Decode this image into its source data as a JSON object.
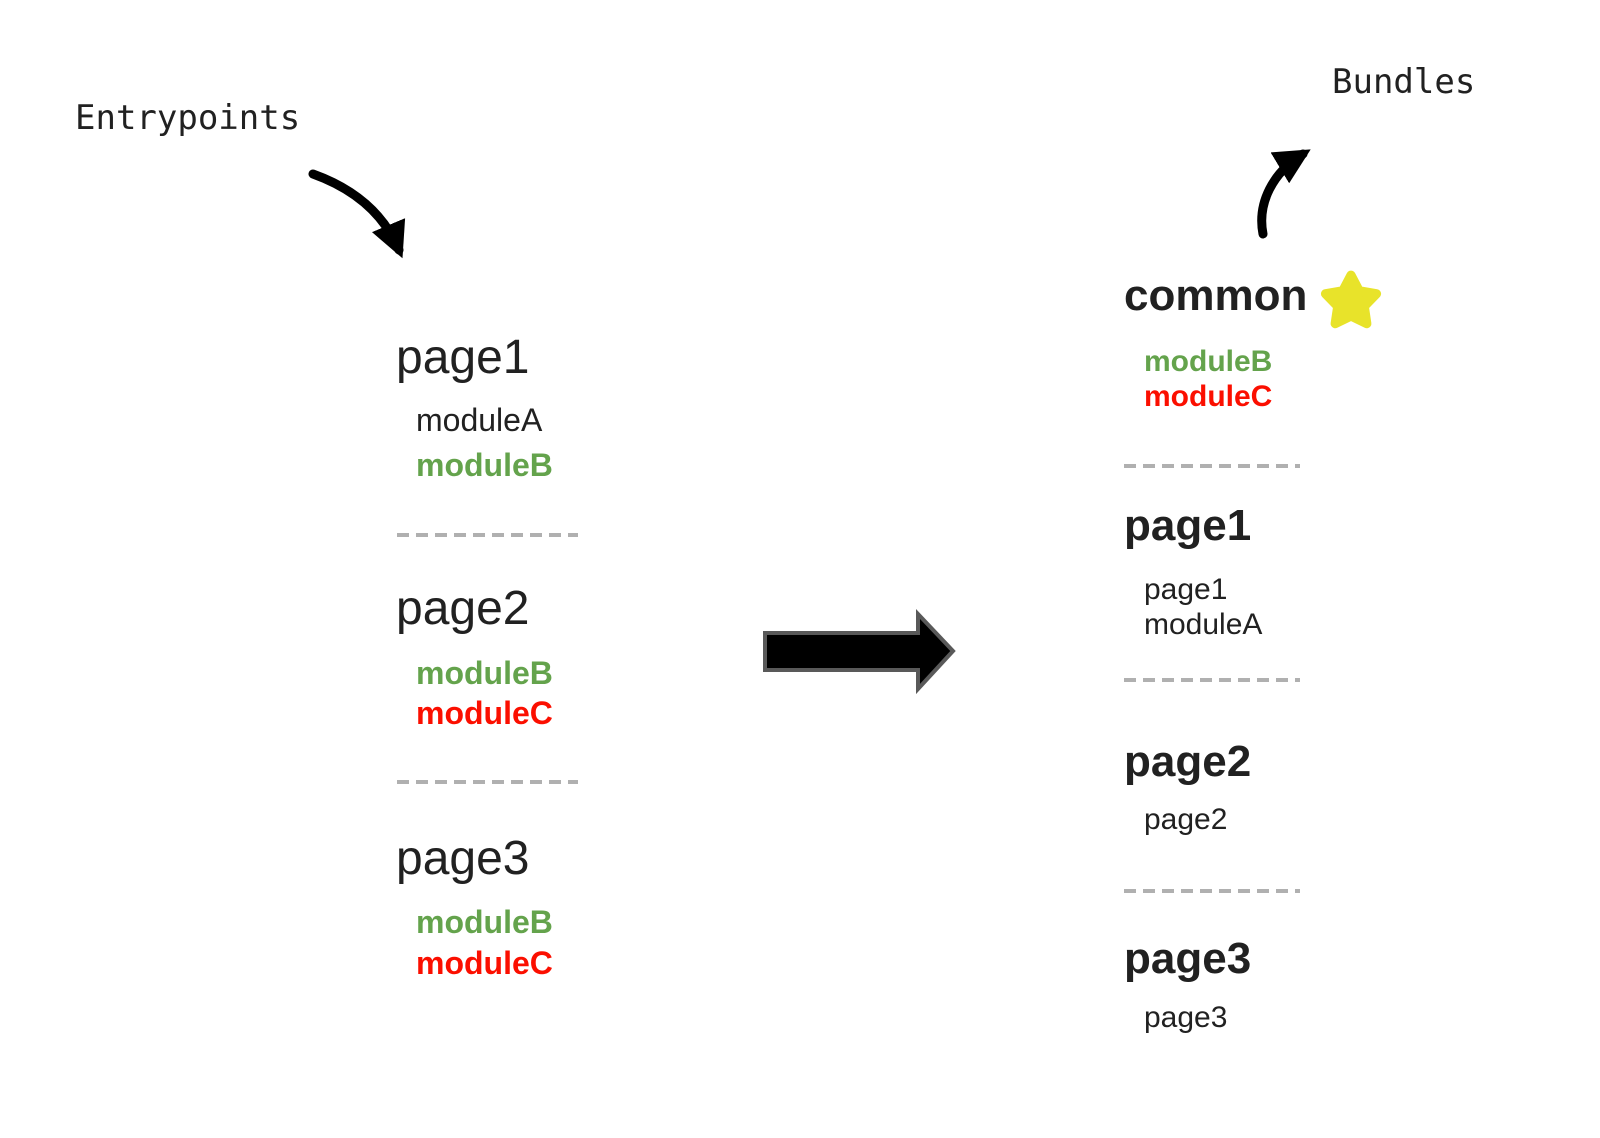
{
  "labels": {
    "entrypoints": "Entrypoints",
    "bundles": "Bundles"
  },
  "colors": {
    "background": "#ffffff",
    "text": "#212121",
    "green": "#64a34c",
    "red": "#fb0f00",
    "dash": "#b0b0b0",
    "star": "#e8e32a",
    "arrow": "#000000",
    "arrow_outline": "#595959"
  },
  "icons": {
    "star": "star-icon",
    "entry_arrow": "curved-arrow-down-icon",
    "bundle_arrow": "curved-arrow-up-icon",
    "transform_arrow": "right-block-arrow-icon"
  },
  "entrypoints": [
    {
      "name": "page1",
      "modules": [
        {
          "label": "moduleA",
          "style": "plain"
        },
        {
          "label": "moduleB",
          "style": "green-bold"
        }
      ]
    },
    {
      "name": "page2",
      "modules": [
        {
          "label": "moduleB",
          "style": "green-bold"
        },
        {
          "label": "moduleC",
          "style": "red-bold"
        }
      ]
    },
    {
      "name": "page3",
      "modules": [
        {
          "label": "moduleB",
          "style": "green-bold"
        },
        {
          "label": "moduleC",
          "style": "red-bold"
        }
      ]
    }
  ],
  "bundles": [
    {
      "name": "common",
      "starred": true,
      "modules": [
        {
          "label": "moduleB",
          "style": "green-bold"
        },
        {
          "label": "moduleC",
          "style": "red-bold"
        }
      ]
    },
    {
      "name": "page1",
      "modules": [
        {
          "label": "page1",
          "style": "plain"
        },
        {
          "label": "moduleA",
          "style": "plain"
        }
      ]
    },
    {
      "name": "page2",
      "modules": [
        {
          "label": "page2",
          "style": "plain"
        }
      ]
    },
    {
      "name": "page3",
      "modules": [
        {
          "label": "page3",
          "style": "plain"
        }
      ]
    }
  ]
}
